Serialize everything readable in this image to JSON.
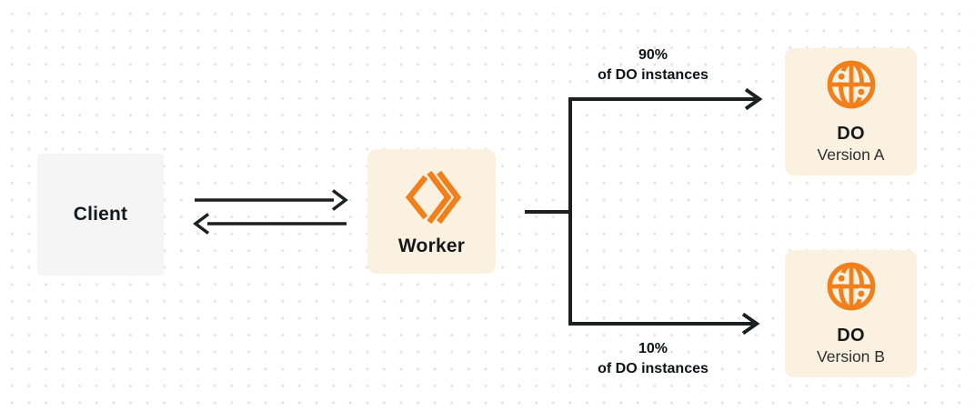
{
  "diagram": {
    "client": {
      "label": "Client"
    },
    "worker": {
      "label": "Worker"
    },
    "do_version_a": {
      "title": "DO",
      "subtitle": "Version A"
    },
    "do_version_b": {
      "title": "DO",
      "subtitle": "Version B"
    },
    "branch_top": {
      "percent": "90%",
      "caption": "of DO instances"
    },
    "branch_bottom": {
      "percent": "10%",
      "caption": "of DO instances"
    }
  },
  "icons": {
    "worker": "workers-brackets-icon",
    "durable_object": "durable-object-globe-icon"
  },
  "colors": {
    "accent_orange": "#F0801C",
    "node_cream": "#FBF1E1",
    "node_gray": "#F5F5F6",
    "connector": "#1E1F21",
    "dot_grid": "#E6E4E2",
    "background": "#FFFFFF"
  }
}
